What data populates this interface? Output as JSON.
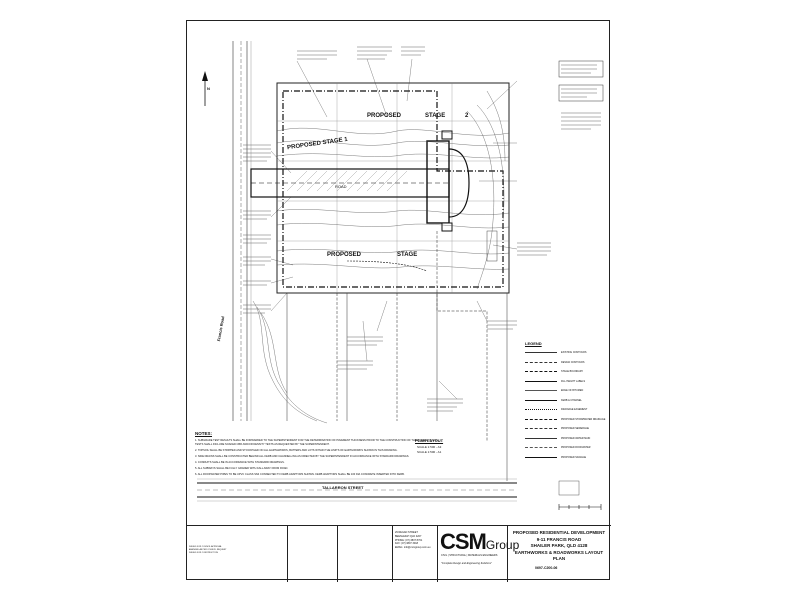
{
  "drawing": {
    "labels": {
      "proposed_stage_1": "PROPOSED STAGE 1",
      "proposed_stage_top": "PROPOSED",
      "stage_top": "STAGE",
      "stage_2_num": "2",
      "proposed_lower": "PROPOSED",
      "stage_lower": "STAGE",
      "road_text": "ROAD",
      "street_name": "TALLARRON STREET",
      "side_road": "Francis Road",
      "plan_layout": "PLAN LAYOUT",
      "scale_1": "SCALE 1:500 - A3",
      "scale_2": "SCALE 1:500 - A1",
      "north": "N"
    }
  },
  "notes": {
    "heading": "NOTES:",
    "items": [
      "1. SUBGRADE TEST RESULTS SHALL BE FORWARDED TO THE SUPERINTENDENT FOR THE DETERMINATION OF PAVEMENT THICKNESS PRIOR TO THE CONSTRUCTION OF THE PAVEMENT. SOIL TESTS SHALL INCLUDE SOAKED CBR AND/OR DENSITY TESTS AS REQUESTED BY THE SUPERINTENDENT.",
      "2. TOPSOIL SHALL BE STRIPPED AND STOCKPILED ON ALL EARTHWORKS, BATTERS AND LOTS WITHIN THE LIMITS OF EARTHWORKS SHOWN IN THIS DRAWING.",
      "3. SIDE DRAINS SHALL BE CONSTRUCTED BEHIND ALL KERB AND CHANNELLING AS DIRECTED BY THE SUPERINTENDENT IN ACCORDANCE WITH STANDARD DRAWINGS.",
      "4. CONDUITS SHALL BE IN ACCORDANCE WITH STANDARD DRAWINGS.",
      "5. ALL SUBWAYS SHALL BE FULLY GRADED WITH FALL AWAY FROM ROAD.",
      "6. ALL ROOFWATER PIPES TO BE UPVC CLASS SN4 CONNECTED TO KERB ADAPTORS SHOWN. KERB ADAPTORS SHALL BE 100 DIA CONCRETE INSERTED INTO KERB."
    ]
  },
  "legend": {
    "heading": "LEGEND",
    "items": [
      "EXISTING CONTOURS",
      "DESIGN CONTOURS",
      "STAGE BOUNDARY",
      "FILL HEIGHT LABELS",
      "EDGE OF BITUMEN",
      "KERB & CHANNEL",
      "DRAINAGE EASEMENT",
      "PROPOSED STORMWATER DRAINAGE",
      "PROPOSED SEWERAGE",
      "PROPOSED WATER MAIN",
      "PROPOSED ROOFWATER",
      "PROPOSED SIGNAGE"
    ]
  },
  "title_block": {
    "logo_main": "CSM",
    "logo_group": "Group",
    "tagline": "CIVIL | STRUCTURAL | MATERIALS ENGINEERS",
    "tagline2": "\"Complete Design and Engineering Solutions\"",
    "project_lines": [
      "PROPOSED RESIDENTIAL DEVELOPMENT",
      "9-11 FRANCIS ROAD",
      "SHAILER PARK, QLD 4128",
      "EARTHWORKS & ROADWORKS LAYOUT PLAN"
    ],
    "drawing_number": "0697-C200-06",
    "address_lines": [
      "29 REGAN STREET",
      "BEENLEIGH QLD 4207",
      "PHONE: (07) 3807 8701",
      "FAX: (07) 3807 3018",
      "EMAIL: info@csmgroup.com.au"
    ],
    "revisions": [
      "ISSUED FOR COUNCIL APPROVAL",
      "AMENDED AS PER COUNCIL REQUEST",
      "ISSUED FOR CONSTRUCTION"
    ]
  }
}
